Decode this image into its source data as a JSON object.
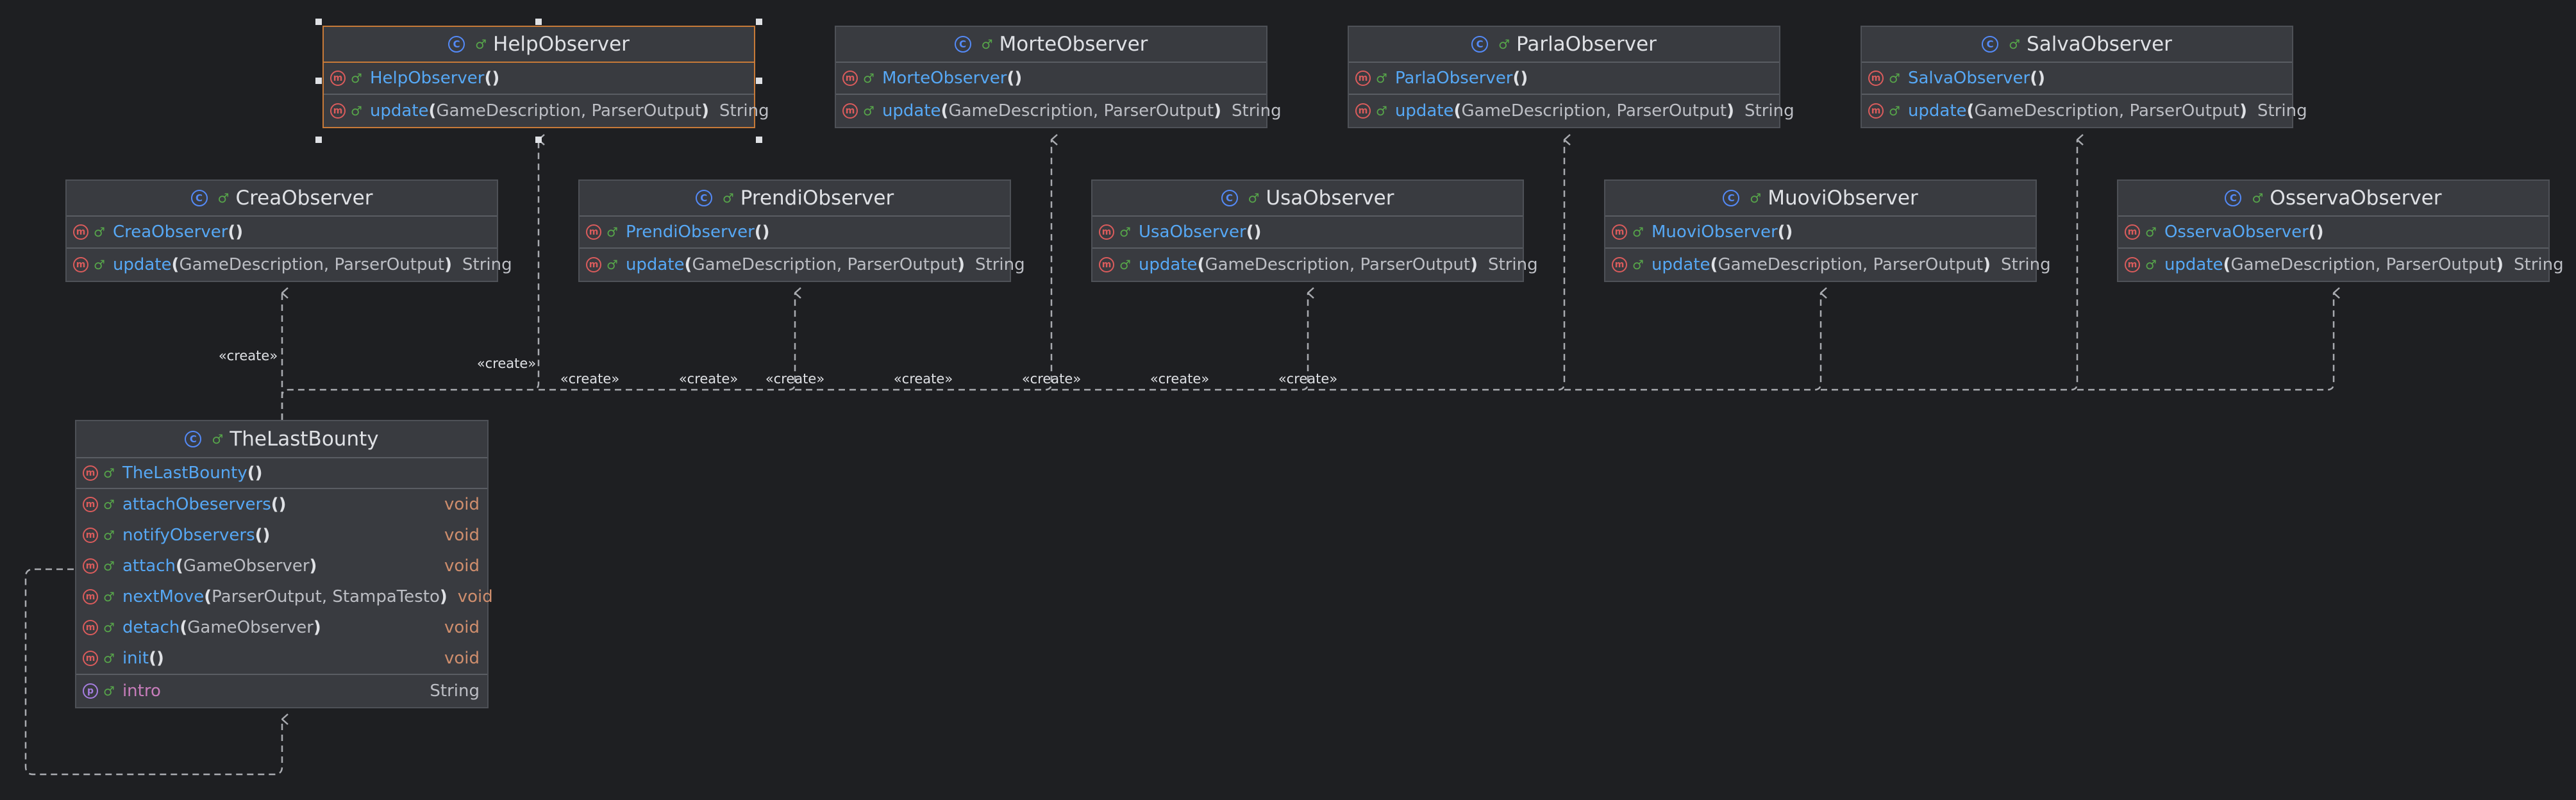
{
  "classes": {
    "help": {
      "name": "HelpObserver",
      "ctor": "HelpObserver",
      "method": "update",
      "params": "GameDescription, ParserOutput",
      "ret": "String"
    },
    "morte": {
      "name": "MorteObserver",
      "ctor": "MorteObserver",
      "method": "update",
      "params": "GameDescription, ParserOutput",
      "ret": "String"
    },
    "parla": {
      "name": "ParlaObserver",
      "ctor": "ParlaObserver",
      "method": "update",
      "params": "GameDescription, ParserOutput",
      "ret": "String"
    },
    "salva": {
      "name": "SalvaObserver",
      "ctor": "SalvaObserver",
      "method": "update",
      "params": "GameDescription, ParserOutput",
      "ret": "String"
    },
    "crea": {
      "name": "CreaObserver",
      "ctor": "CreaObserver",
      "method": "update",
      "params": "GameDescription, ParserOutput",
      "ret": "String"
    },
    "prendi": {
      "name": "PrendiObserver",
      "ctor": "PrendiObserver",
      "method": "update",
      "params": "GameDescription, ParserOutput",
      "ret": "String"
    },
    "usa": {
      "name": "UsaObserver",
      "ctor": "UsaObserver",
      "method": "update",
      "params": "GameDescription, ParserOutput",
      "ret": "String"
    },
    "muovi": {
      "name": "MuoviObserver",
      "ctor": "MuoviObserver",
      "method": "update",
      "params": "GameDescription, ParserOutput",
      "ret": "String"
    },
    "osserva": {
      "name": "OsservaObserver",
      "ctor": "OsservaObserver",
      "method": "update",
      "params": "GameDescription, ParserOutput",
      "ret": "String"
    }
  },
  "main": {
    "name": "TheLastBounty",
    "ctor": "TheLastBounty",
    "methods": [
      {
        "name": "attachObeservers",
        "params": "",
        "ret": "void"
      },
      {
        "name": "notifyObservers",
        "params": "",
        "ret": "void"
      },
      {
        "name": "attach",
        "params": "GameObserver",
        "ret": "void"
      },
      {
        "name": "nextMove",
        "params": "ParserOutput, StampaTesto",
        "ret": "void"
      },
      {
        "name": "detach",
        "params": "GameObserver",
        "ret": "void"
      },
      {
        "name": "init",
        "params": "",
        "ret": "void"
      }
    ],
    "property": {
      "name": "intro",
      "type": "String"
    }
  },
  "icons": {
    "class": "C",
    "method": "m",
    "property": "p",
    "public": "♂"
  },
  "edge_label": "«create»",
  "colors": {
    "background": "#1e1f22",
    "node": "#393b40",
    "selection": "#c77a38",
    "method_name": "#56a8f5",
    "property_name": "#c77dbb",
    "void_type": "#cf8e6d"
  }
}
